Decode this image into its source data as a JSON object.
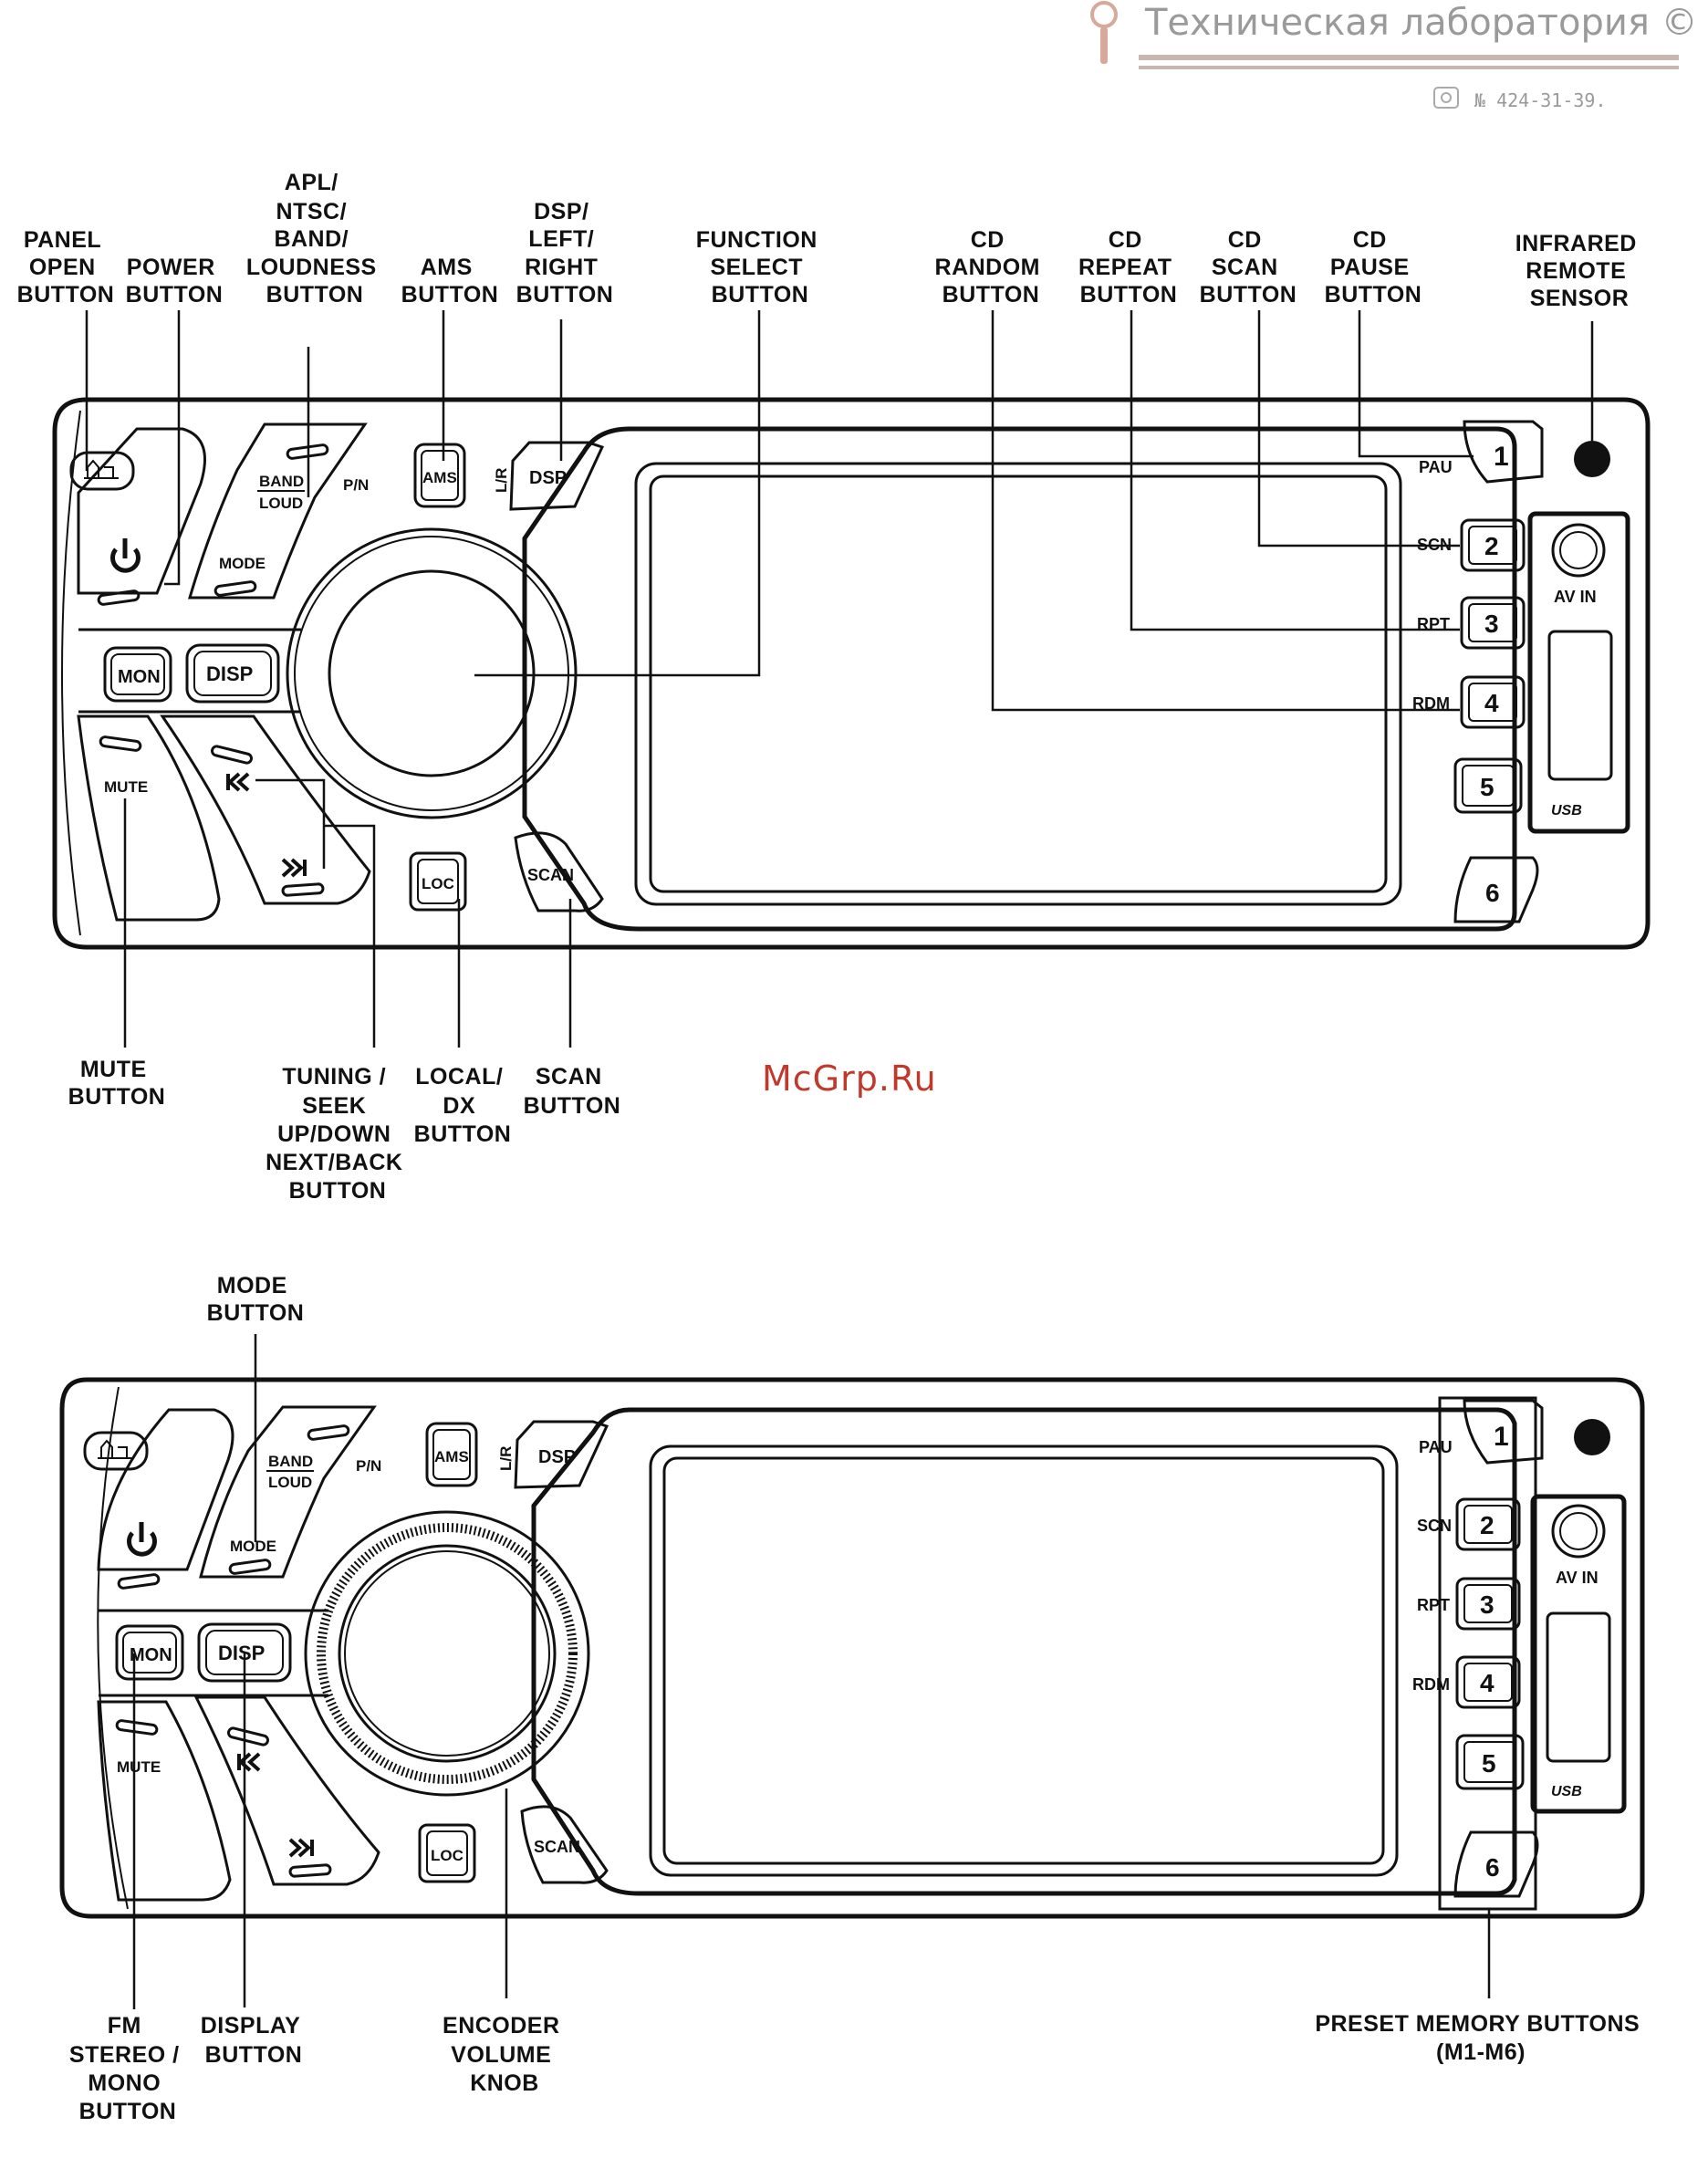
{
  "watermark": {
    "title": "Техническая лаборатория ©",
    "phone": "№ 424-31-39."
  },
  "site": "McGrp.Ru",
  "panel_buttons": {
    "mon": "MON",
    "disp": "DISP",
    "ams": "AMS",
    "dsp": "DSP",
    "lr": "L/R",
    "band": "BAND",
    "loud": "LOUD",
    "pn": "P/N",
    "mode": "MODE",
    "mute": "MUTE",
    "loc": "LOC",
    "scan": "SCAN",
    "pau": "PAU",
    "scn": "SCN",
    "rpt": "RPT",
    "rdm": "RDM",
    "av_in": "AV IN",
    "usb": "USB",
    "presets": [
      "1",
      "2",
      "3",
      "4",
      "5",
      "6"
    ]
  },
  "callouts_top": {
    "panel_open": [
      "PANEL",
      "OPEN",
      "BUTTON"
    ],
    "power": [
      "POWER",
      "BUTTON"
    ],
    "apl": [
      "APL/",
      "NTSC/",
      "BAND/",
      "LOUDNESS",
      "BUTTON"
    ],
    "ams": [
      "AMS",
      "BUTTON"
    ],
    "dsp": [
      "DSP/",
      "LEFT/",
      "RIGHT",
      "BUTTON"
    ],
    "function": [
      "FUNCTION",
      "SELECT",
      "BUTTON"
    ],
    "cd_random": [
      "CD",
      "RANDOM",
      "BUTTON"
    ],
    "cd_repeat": [
      "CD",
      "REPEAT",
      "BUTTON"
    ],
    "cd_scan": [
      "CD",
      "SCAN",
      "BUTTON"
    ],
    "cd_pause": [
      "CD",
      "PAUSE",
      "BUTTON"
    ],
    "ir": [
      "INFRARED",
      "REMOTE",
      "SENSOR"
    ],
    "mute": [
      "MUTE",
      "BUTTON"
    ],
    "tuning": [
      "TUNING /",
      "SEEK",
      "UP/DOWN",
      "NEXT/BACK",
      "BUTTON"
    ],
    "local": [
      "LOCAL/",
      "DX",
      "BUTTON"
    ],
    "scan": [
      "SCAN",
      "BUTTON"
    ]
  },
  "callouts_bottom": {
    "mode": [
      "MODE",
      "BUTTON"
    ],
    "fm": [
      "FM",
      "STEREO /",
      "MONO",
      "BUTTON"
    ],
    "display": [
      "DISPLAY",
      "BUTTON"
    ],
    "encoder": [
      "ENCODER",
      "VOLUME",
      "KNOB"
    ],
    "preset": [
      "PRESET MEMORY BUTTONS",
      "(M1-M6)"
    ]
  }
}
